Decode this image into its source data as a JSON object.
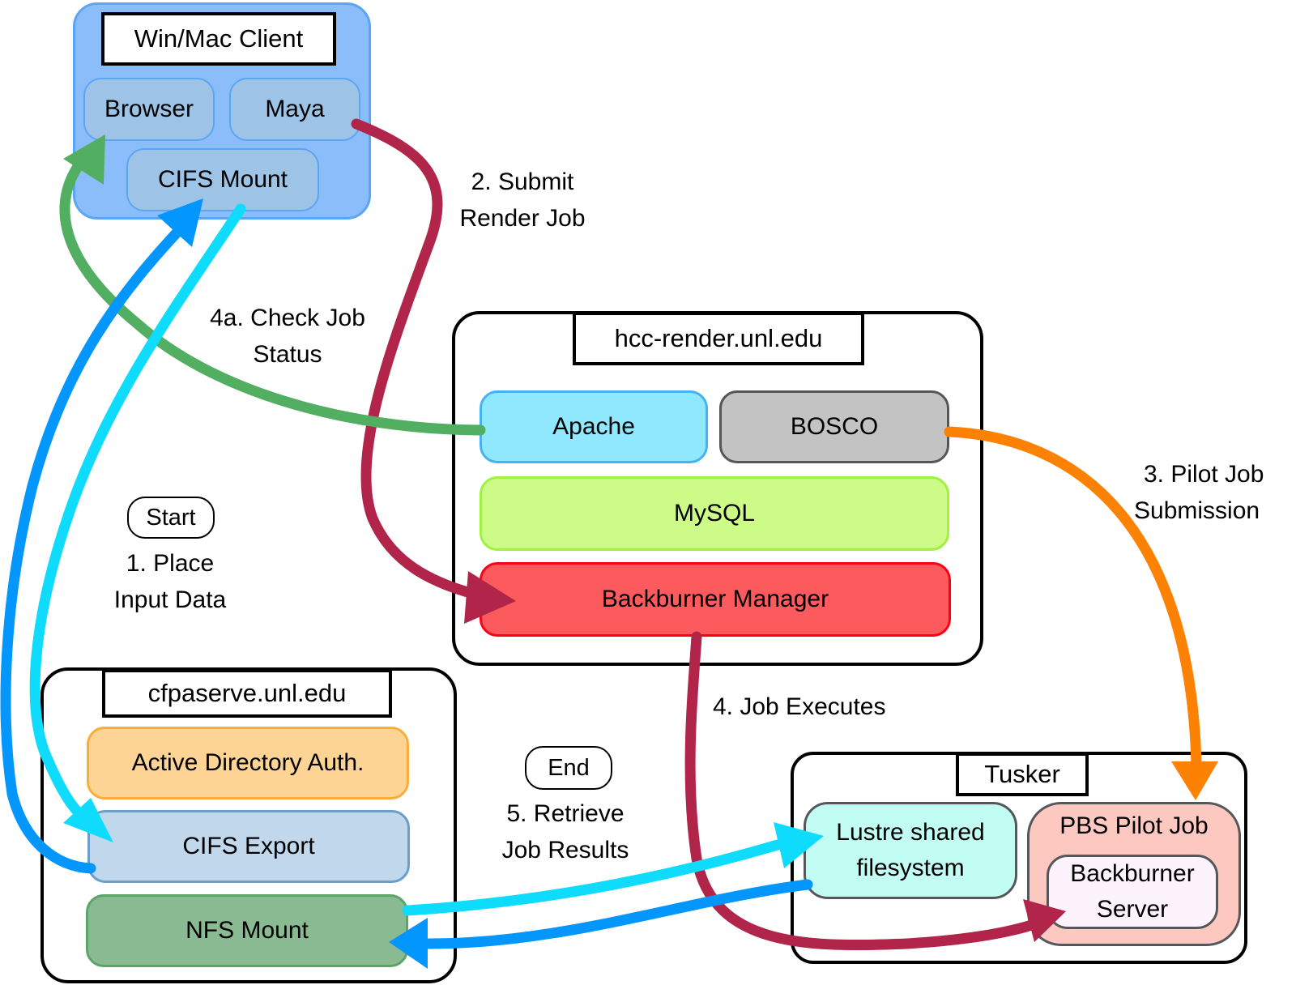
{
  "hosts": {
    "client": {
      "title": "Win/Mac Client",
      "components": {
        "browser": "Browser",
        "maya": "Maya",
        "cifs_mount": "CIFS Mount"
      }
    },
    "render": {
      "title": "hcc-render.unl.edu",
      "components": {
        "apache": "Apache",
        "bosco": "BOSCO",
        "mysql": "MySQL",
        "backburner_manager": "Backburner Manager"
      }
    },
    "cfpaserve": {
      "title": "cfpaserve.unl.edu",
      "components": {
        "active_directory": "Active Directory Auth.",
        "cifs_export": "CIFS Export",
        "nfs_mount": "NFS Mount"
      }
    },
    "tusker": {
      "title": "Tusker",
      "components": {
        "lustre": [
          "Lustre shared",
          "filesystem"
        ],
        "pbs_pilot_job": "PBS Pilot Job",
        "backburner_server": [
          "Backburner",
          "Server"
        ]
      }
    }
  },
  "markers": {
    "start": "Start",
    "end": "End"
  },
  "steps": {
    "step1": [
      "1. Place",
      "Input Data"
    ],
    "step2": [
      "2. Submit",
      "Render Job"
    ],
    "step3": [
      "3. Pilot Job",
      "Submission"
    ],
    "step4": "4. Job Executes",
    "step4a": [
      "4a. Check Job",
      "Status"
    ],
    "step5": [
      "5. Retrieve",
      "Job Results"
    ]
  },
  "colors": {
    "client_bg": "#8bbdfb",
    "client_border": "#5aa6f5",
    "client_comp_bg": "#9dc3e6",
    "apache": "#8fe8fd",
    "bosco": "#c3c3c3",
    "mysql": "#ccfb88",
    "backburner_manager": "#fd5a5e",
    "active_directory": "#fed494",
    "cifs_export": "#c0d7ec",
    "nfs_mount": "#8aba92",
    "lustre": "#c2fdf3",
    "pbs": "#fdc8c0",
    "backburner_server": "#fdf3fd",
    "arrow_submit": "#b2254a",
    "arrow_status": "#52ae61",
    "arrow_pilot": "#fd8204",
    "arrow_data_in": "#0fdcfd",
    "arrow_data_out": "#0396fc"
  }
}
